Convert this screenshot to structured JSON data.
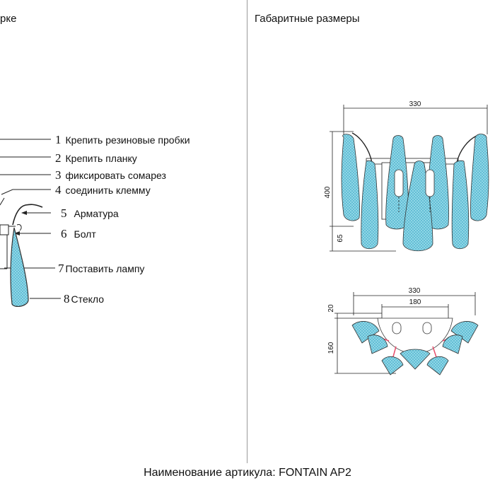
{
  "header_left": "рке",
  "header_right": "Габаритные размеры",
  "steps": [
    {
      "num": "1",
      "text": "Крепить резиновые пробки"
    },
    {
      "num": "2",
      "text": "Крепить планку"
    },
    {
      "num": "3",
      "text": "фиксировать сомарез"
    },
    {
      "num": "4",
      "text": "соединить клемму"
    },
    {
      "num": "5",
      "text": "Арматура"
    },
    {
      "num": "6",
      "text": "Болт"
    },
    {
      "num": "7",
      "text": "Поставить лампу"
    },
    {
      "num": "8",
      "text": "Стекло"
    }
  ],
  "front_view": {
    "width": "330",
    "height": "400",
    "offset": "65"
  },
  "top_view": {
    "width": "330",
    "inner_width": "180",
    "depth": "160",
    "offset": "20"
  },
  "footer": "Наименование артикула: FONTAIN AP2",
  "colors": {
    "glass": "#7ecfe0",
    "glass_hatch": "#3aa7c4",
    "accent": "#e84d6b"
  }
}
